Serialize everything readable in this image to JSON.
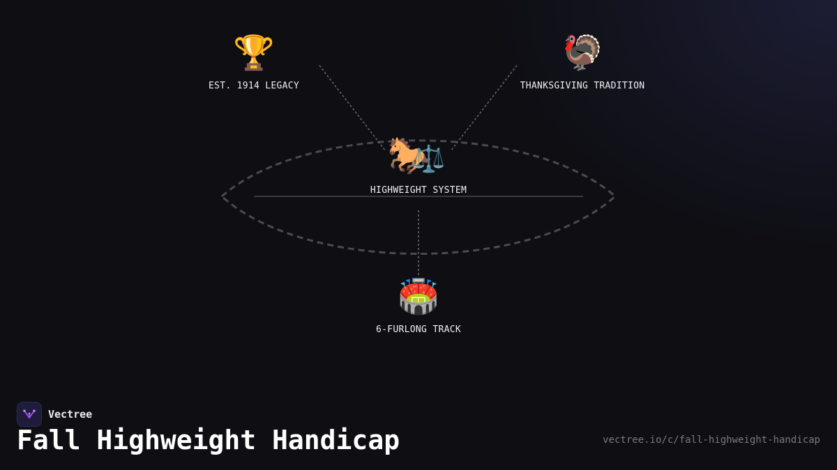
{
  "nodes": {
    "legacy": {
      "label": "EST. 1914 LEGACY",
      "icon": "trophy-icon",
      "glyph": "🏆"
    },
    "tradition": {
      "label": "THANKSGIVING TRADITION",
      "icon": "turkey-icon",
      "glyph": "🦃"
    },
    "center": {
      "label": "HIGHWEIGHT SYSTEM",
      "icon": "horse-racing-scales-icon",
      "glyph_primary": "🐎",
      "glyph_secondary": "⚖️"
    },
    "track": {
      "label": "6-FURLONG TRACK",
      "icon": "stadium-icon",
      "glyph": "🏟️"
    }
  },
  "footer": {
    "brand_name": "Vectree",
    "brand_icon": "vectree-logo-icon",
    "title": "Fall Highweight Handicap",
    "url": "vectree.io/c/fall-highweight-handicap"
  },
  "colors": {
    "background": "#0e0e13",
    "connector": "#6b6b73",
    "ellipse": "#4a4a52",
    "accent": "#a855f7"
  }
}
